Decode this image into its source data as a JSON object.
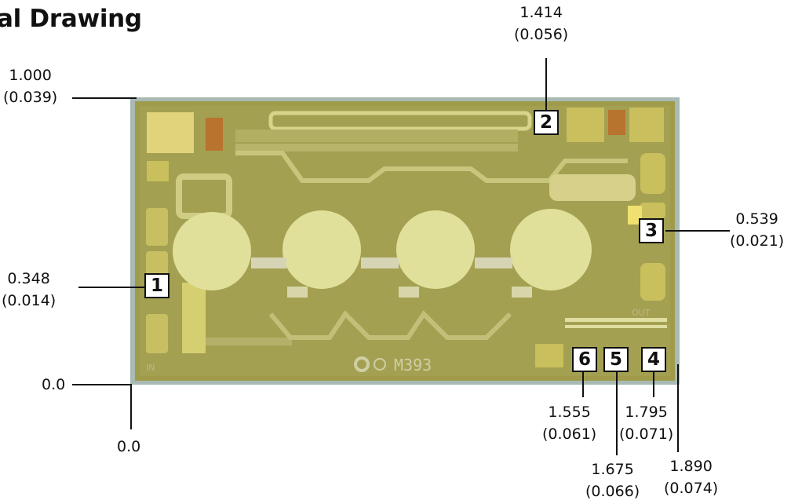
{
  "title": "al Drawing",
  "die_marking": "M393",
  "in_label": "IN",
  "out_label": "OUT",
  "dimensions": {
    "top_1414": {
      "value": "1.414",
      "paren": "(0.056)"
    },
    "left_1000": {
      "value": "1.000",
      "paren": "(0.039)"
    },
    "right_0539": {
      "value": "0.539",
      "paren": "(0.021)"
    },
    "left_0348": {
      "value": "0.348",
      "paren": "(0.014)"
    },
    "left_00": {
      "value": "0.0"
    },
    "bottom_00": {
      "value": "0.0"
    },
    "bottom_1555": {
      "value": "1.555",
      "paren": "(0.061)"
    },
    "bottom_1795": {
      "value": "1.795",
      "paren": "(0.071)"
    },
    "bottom_1675": {
      "value": "1.675",
      "paren": "(0.066)"
    },
    "bottom_1890": {
      "value": "1.890",
      "paren": "(0.074)"
    }
  },
  "pads": [
    "1",
    "2",
    "3",
    "4",
    "5",
    "6"
  ],
  "colors": {
    "die_body": "#9e9a4a",
    "die_edge": "#a7b7b0",
    "metal": "#d8d88e",
    "pad_gold": "#c9b84e",
    "contact_orange": "#b8732e"
  }
}
